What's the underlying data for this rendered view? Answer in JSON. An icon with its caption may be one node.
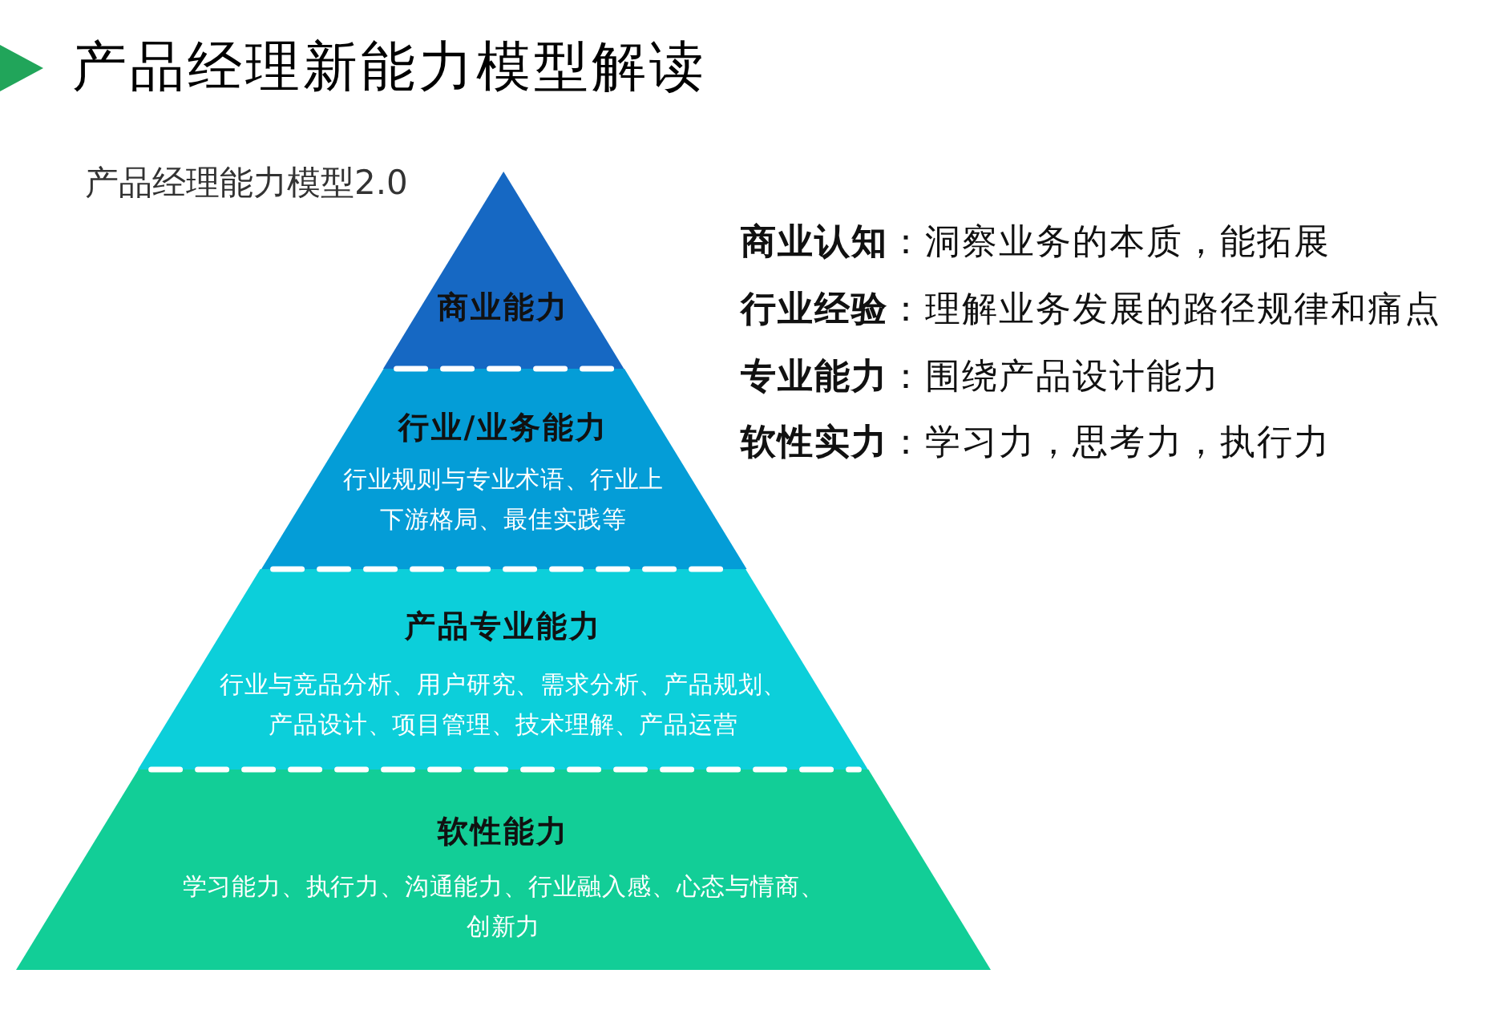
{
  "diagram": {
    "title": "产品经理新能力模型解读",
    "nodes": [
      {
        "text": [
          "商业能力"
        ]
      },
      {
        "text": [
          "行业/业务能力",
          "行业规则与专业术语、行业上下游格局、最佳实践等"
        ]
      },
      {
        "text": [
          "产品专业能力",
          "行业与竞品分析、用户研究、需求分析、产品规划、产品设计、项目管理、技术理解、产品运营"
        ]
      },
      {
        "text": [
          "软性能力",
          "学习能力、执行力、沟通能力、行业融入感、心态与情商、创新力"
        ]
      }
    ],
    "labels": [
      "产品经理能力模型2.0",
      "**商业认知**：洞察业务的本质，能拓展",
      "**行业经验**：理解业务发展的路径规律和痛点",
      "**专业能力**：围绕产品设计能力",
      "**软性实力**：学习力，思考力，执行力"
    ]
  }
}
